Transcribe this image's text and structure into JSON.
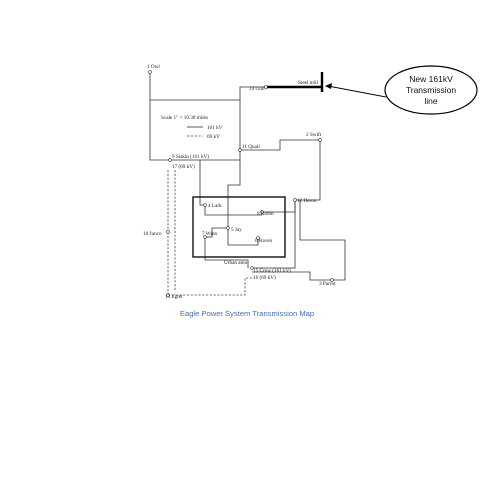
{
  "buses": {
    "owl": "1 Owl",
    "gull": "14 Gull",
    "swift": "2 Swift",
    "quail": "11 Quail",
    "siskin": "9 Siskin (161 kV)",
    "siskin69": "17 (69 kV)",
    "lark": "4 Lark",
    "robin": "8 Robin",
    "jay": "5 Jay",
    "wren": "7 Wren",
    "raven": "6 Raven",
    "heron": "12 Heron",
    "junco": "10 Junco",
    "crow": "15 Crow (161 kV)",
    "crow69": "16 (69 kV)",
    "parrot": "3 Parrot",
    "egret": "13 Egret"
  },
  "legend": {
    "scale": "Scale 1\" = 10.38 miles",
    "kv161": "161 kV",
    "kv69": "69 kV"
  },
  "labels": {
    "urban_area": "Urban area",
    "steel_mill": "Steel mill"
  },
  "callout": {
    "line1": "New 161kV",
    "line2": "Transmission",
    "line3": "line"
  },
  "caption": "Eagle Power System Transmission Map"
}
